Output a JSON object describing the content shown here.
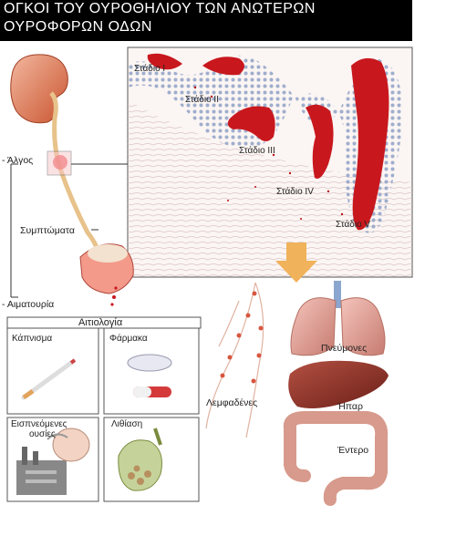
{
  "header": {
    "title_line1": "ΟΓΚΟΙ ΤΟΥ ΟΥΡΟΘΗΛΙΟΥ ΤΩΝ ΑΝΩΤΕΡΩΝ",
    "title_line2": "ΟΥΡΟΦΟΡΩΝ ΟΔΩΝ"
  },
  "symptoms": {
    "pain": "- Άλγος",
    "symptoms": "Συμπτώματα",
    "hematuria": "- Αιματουρία"
  },
  "stages": [
    "Στάδιο I",
    "Στάδιο II",
    "Στάδιο III",
    "Στάδιο IV",
    "Στάδιο V"
  ],
  "etiology": {
    "title": "Αιτιολογία",
    "smoking": "Κάπνισμα",
    "drugs": "Φάρμακα",
    "inhaled_line1": "Εισπνεόμενες",
    "inhaled_line2": "ουσίες",
    "stones": "Λιθίαση"
  },
  "metastasis": {
    "lymph_nodes": "Λεμφαδένες",
    "lungs": "Πνεύμονες",
    "liver": "Ήπαρ",
    "intestine": "Έντερο"
  },
  "colors": {
    "tumor_red": "#c8181e",
    "urothelium_blue": "#8b9fc4",
    "arrow_orange": "#f0b25a",
    "header_bg": "#000000"
  }
}
